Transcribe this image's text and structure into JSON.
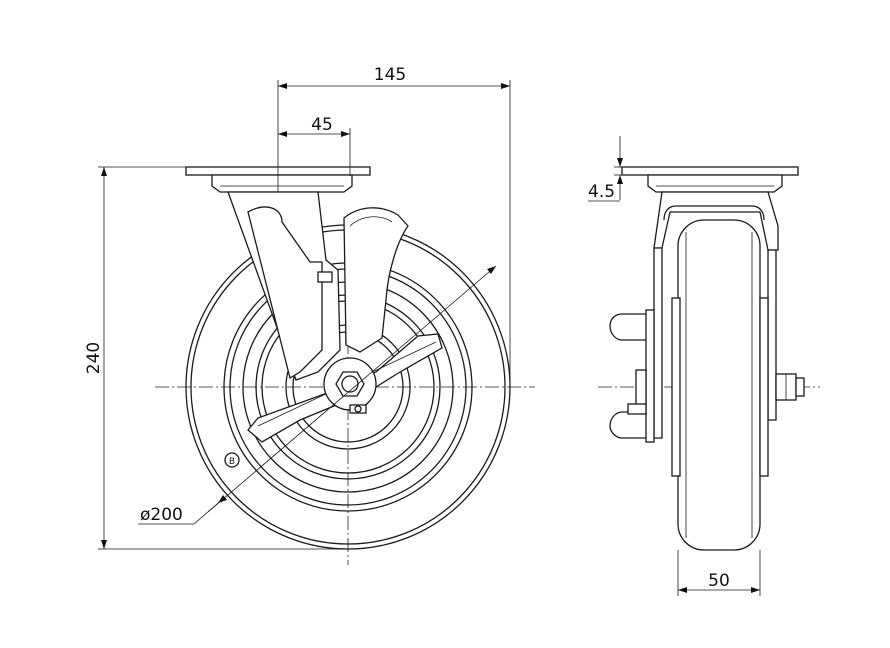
{
  "dimensions": {
    "overall_offset": "145",
    "swivel_offset": "45",
    "overall_height": "240",
    "wheel_diameter": "ø200",
    "plate_thickness": "4.5",
    "wheel_width": "50"
  },
  "logo_mark": "B"
}
